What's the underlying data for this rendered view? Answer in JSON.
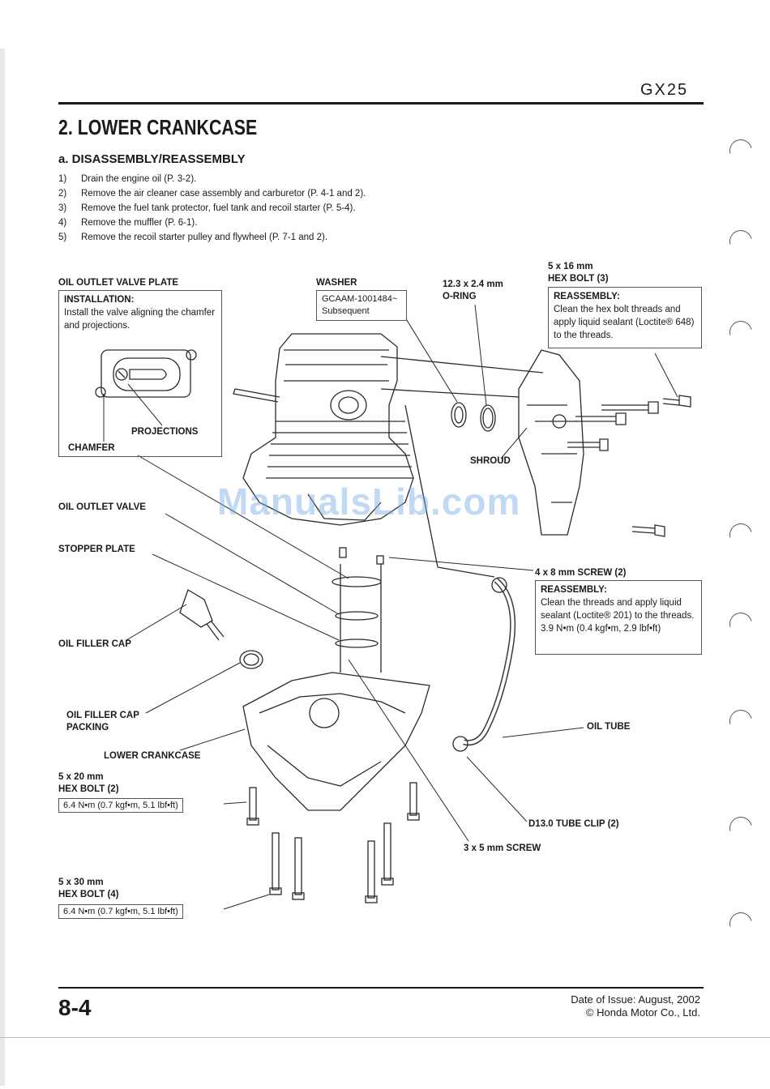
{
  "header": {
    "model": "GX25"
  },
  "section_title": "2. LOWER CRANKCASE",
  "subsection_title": "a. DISASSEMBLY/REASSEMBLY",
  "steps": [
    {
      "num": "1)",
      "text": "Drain the engine oil (P. 3-2)."
    },
    {
      "num": "2)",
      "text": "Remove the air cleaner case assembly and carburetor (P. 4-1 and 2)."
    },
    {
      "num": "3)",
      "text": "Remove the fuel tank protector, fuel tank and recoil starter (P. 5-4)."
    },
    {
      "num": "4)",
      "text": "Remove the muffler (P. 6-1)."
    },
    {
      "num": "5)",
      "text": "Remove the recoil starter pulley and flywheel (P. 7-1 and 2)."
    }
  ],
  "labels": {
    "oil_outlet_valve_plate": "OIL OUTLET VALVE PLATE",
    "installation_heading": "INSTALLATION:",
    "installation_text": "Install the valve aligning the chamfer and projections.",
    "projections": "PROJECTIONS",
    "chamfer": "CHAMFER",
    "washer": "WASHER",
    "washer_part": "GCAAM-1001484~\nSubsequent",
    "oring_size": "12.3 x 2.4 mm",
    "oring": "O-RING",
    "hex_bolt_16_size": "5 x 16 mm",
    "hex_bolt_16": "HEX BOLT (3)",
    "reassembly_heading_1": "REASSEMBLY:",
    "reassembly_text_1": "Clean the hex bolt threads and apply liquid sealant (Loctite® 648) to the threads.",
    "shroud": "SHROUD",
    "oil_outlet_valve": "OIL OUTLET VALVE",
    "stopper_plate": "STOPPER PLATE",
    "screw_4x8": "4 x 8 mm SCREW (2)",
    "reassembly_heading_2": "REASSEMBLY:",
    "reassembly_text_2": "Clean the threads and apply liquid sealant (Loctite® 201) to the threads.",
    "reassembly_torque_2": "3.9 N•m (0.4 kgf•m, 2.9 lbf•ft)",
    "oil_filler_cap": "OIL FILLER CAP",
    "oil_filler_cap_packing": "OIL FILLER CAP\nPACKING",
    "lower_crankcase": "LOWER CRANKCASE",
    "oil_tube": "OIL TUBE",
    "hex_bolt_20_size": "5 x 20 mm",
    "hex_bolt_20": "HEX BOLT (2)",
    "hex_bolt_20_torque": "6.4 N•m (0.7 kgf•m, 5.1 lbf•ft)",
    "tube_clip": "D13.0 TUBE CLIP (2)",
    "screw_3x5": "3 x 5 mm SCREW",
    "hex_bolt_30_size": "5 x 30 mm",
    "hex_bolt_30": "HEX BOLT (4)",
    "hex_bolt_30_torque": "6.4 N•m (0.7 kgf•m, 5.1 lbf•ft)"
  },
  "watermark": "ManualsLib.com",
  "footer": {
    "page_number": "8-4",
    "issue_date": "Date of Issue: August, 2002",
    "copyright": "© Honda Motor Co., Ltd."
  }
}
